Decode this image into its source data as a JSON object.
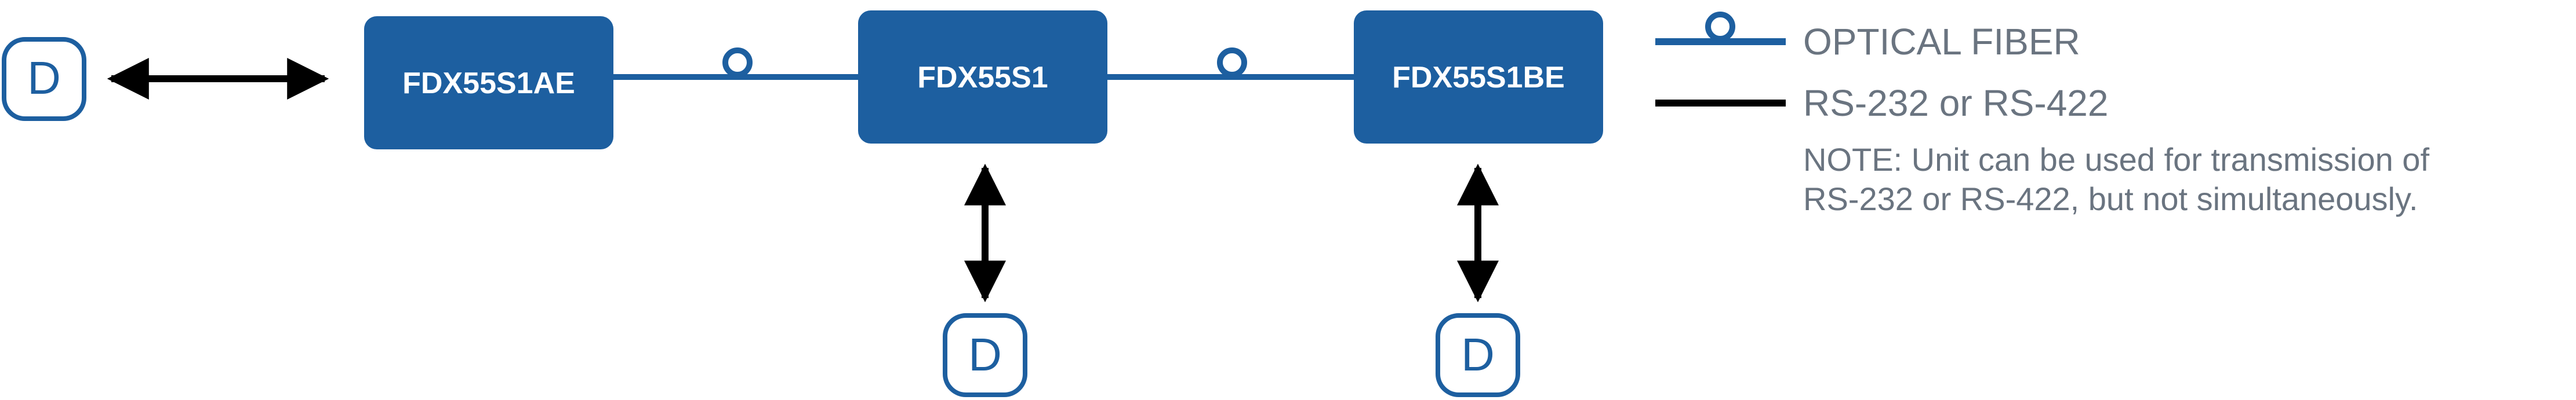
{
  "colors": {
    "fiber": "#1d5fa0",
    "box": "#1d5fa0",
    "copper": "#000000",
    "legend_text": "#6a7480",
    "device": "#1d5fa0"
  },
  "devices": [
    {
      "label": "D",
      "icon": "d-device-icon"
    },
    {
      "label": "D",
      "icon": "d-device-icon"
    },
    {
      "label": "D",
      "icon": "d-device-icon"
    }
  ],
  "units": [
    {
      "label": "FDX55S1AE"
    },
    {
      "label": "FDX55S1"
    },
    {
      "label": "FDX55S1BE"
    }
  ],
  "legend": {
    "fiber_label": "OPTICAL FIBER",
    "copper_label": "RS-232 or RS-422",
    "note_line1": "NOTE: Unit can be used for transmission of",
    "note_line2": "RS-232 or RS-422, but not simultaneously."
  }
}
